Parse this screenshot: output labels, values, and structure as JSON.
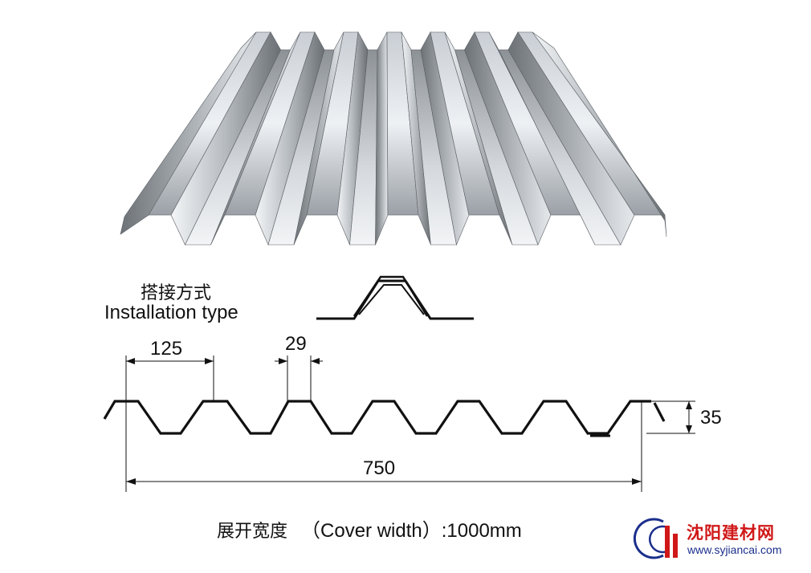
{
  "install": {
    "label_cn": "搭接方式",
    "label_en": "Installation type"
  },
  "dims": {
    "pitch": "125",
    "crest": "29",
    "cover": "750",
    "height": "35"
  },
  "caption": {
    "cn": "展开宽度",
    "text": "（Cover width）:1000mm"
  },
  "watermark": {
    "name": "沈阳建材网",
    "url": "www.syjiancai.com"
  },
  "colors": {
    "profile": "#111111",
    "sheet_light": "#eef1f4",
    "sheet_dark": "#5f6469",
    "watermark_red": "#d01818",
    "watermark_blue": "#1b2f8c"
  }
}
